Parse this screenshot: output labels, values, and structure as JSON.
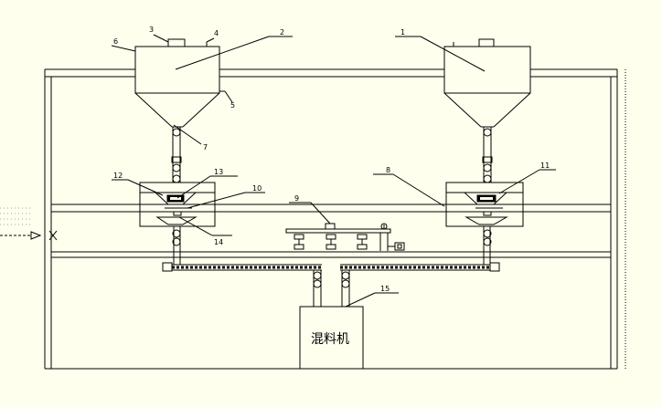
{
  "labels": {
    "l1": "1",
    "l2": "2",
    "l3": "3",
    "l4": "4",
    "l5": "5",
    "l6": "6",
    "l7": "7",
    "l8": "8",
    "l9": "9",
    "l10": "10",
    "l11": "11",
    "l12": "12",
    "l13": "13",
    "l14": "14",
    "l15": "15"
  },
  "mixer_label": "混料机",
  "colors": {
    "background": "#ffffee",
    "line": "#000000"
  }
}
